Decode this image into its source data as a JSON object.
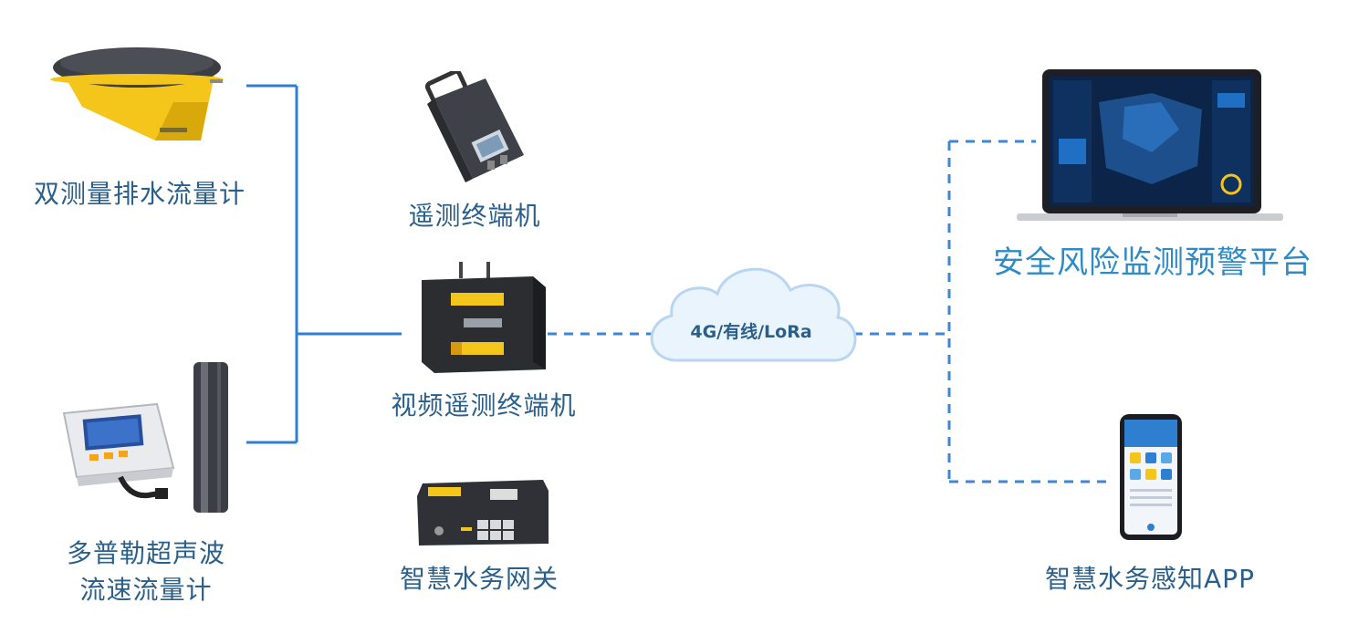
{
  "devices": {
    "dual_flowmeter": "双测量排水流量计",
    "doppler_line1": "多普勒超声波",
    "doppler_line2": "流速流量计",
    "rtu": "遥测终端机",
    "video_rtu": "视频遥测终端机",
    "gateway": "智慧水务网关"
  },
  "network": {
    "cloud_label": "4G/有线/LoRa"
  },
  "targets": {
    "platform": "安全风险监测预警平台",
    "app": "智慧水务感知APP"
  },
  "colors": {
    "solid_line": "#2f7fd1",
    "dashed_line": "#3d86d8",
    "label": "#2a5f8a",
    "platform_label": "#2f8bc6",
    "device_yellow": "#f4c51a"
  }
}
